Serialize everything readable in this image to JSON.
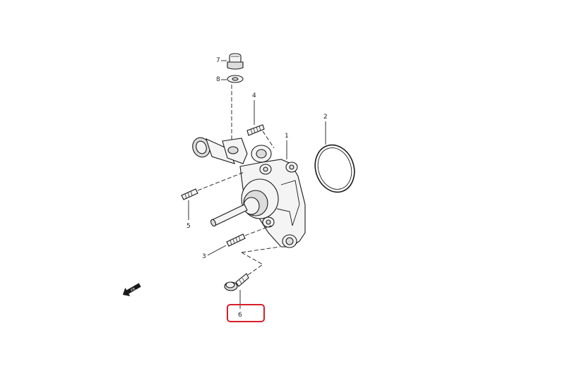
{
  "callouts": {
    "c1": "1",
    "c2": "2",
    "c3": "3",
    "c4": "4",
    "c5": "5",
    "c6": "6",
    "c7": "7",
    "c8": "8"
  },
  "arrow_label": "FR",
  "highlight_color": "#d81e2a"
}
